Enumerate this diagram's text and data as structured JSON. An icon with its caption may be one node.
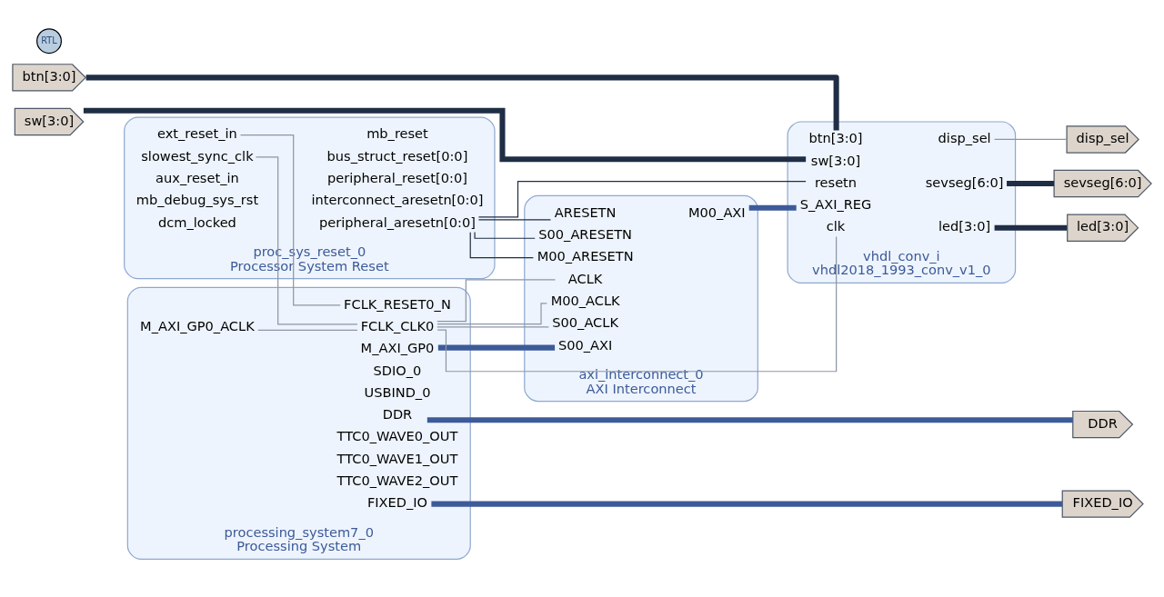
{
  "diagram": {
    "nodes": [
      {
        "text": [
          "processing_system7_0",
          "Processing System"
        ]
      },
      {
        "text": [
          "M_AXI_GP0_ACLK"
        ],
        "in": 0
      },
      {
        "text": [
          "DDR"
        ],
        "in": 0
      },
      {
        "text": [
          "FIXED_IO"
        ],
        "in": 0
      },
      {
        "text": [
          "SDIO_0"
        ],
        "in": 0
      },
      {
        "text": [
          "USBIND_0"
        ],
        "in": 0
      },
      {
        "text": [
          "M_AXI_GP0"
        ],
        "in": 0
      },
      {
        "text": [
          "TTC0_WAVE0_OUT"
        ],
        "in": 0
      },
      {
        "text": [
          "TTC0_WAVE1_OUT"
        ],
        "in": 0
      },
      {
        "text": [
          "TTC0_WAVE2_OUT"
        ],
        "in": 0
      },
      {
        "text": [
          "FCLK_CLK0"
        ],
        "in": 0
      },
      {
        "text": [
          "FCLK_RESET0_N"
        ],
        "in": 0
      },
      {
        "text": [
          "axi_interconnect_0",
          "AXI Interconnect"
        ]
      },
      {
        "text": [
          "S00_AXI"
        ],
        "in": 12
      },
      {
        "text": [
          "ACLK"
        ],
        "in": 12
      },
      {
        "text": [
          "ARESETN"
        ],
        "in": 12
      },
      {
        "text": [
          "S00_ACLK"
        ],
        "in": 12
      },
      {
        "text": [
          "S00_ARESETN"
        ],
        "in": 12
      },
      {
        "text": [
          "M00_ACLK"
        ],
        "in": 12
      },
      {
        "text": [
          "M00_ARESETN"
        ],
        "in": 12
      },
      {
        "text": [
          "M00_AXI"
        ],
        "in": 12
      },
      {
        "text": [
          "vhdl_conv_i",
          "vhdl2018_1993_conv_v1_0"
        ]
      },
      {
        "text": [
          "S_AXI_REG"
        ],
        "in": 21
      },
      {
        "text": [
          "clk"
        ],
        "in": 21
      },
      {
        "text": [
          "resetn"
        ],
        "in": 21
      },
      {
        "text": [
          "sw[3:0]"
        ],
        "in": 21
      },
      {
        "text": [
          "btn[3:0]"
        ],
        "in": 21
      },
      {
        "text": [
          "led[3:0]"
        ],
        "in": 21
      },
      {
        "text": [
          "disp_sel"
        ],
        "in": 21
      },
      {
        "text": [
          "sevseg[6:0]"
        ],
        "in": 21
      },
      {
        "text": [
          "proc_sys_reset_0",
          "Processor System Reset"
        ]
      },
      {
        "text": [
          "slowest_sync_clk"
        ],
        "in": 30
      },
      {
        "text": [
          "ext_reset_in"
        ],
        "in": 30
      },
      {
        "text": [
          "aux_reset_in"
        ],
        "in": 30
      },
      {
        "text": [
          "mb_debug_sys_rst"
        ],
        "in": 30
      },
      {
        "text": [
          "dcm_locked"
        ],
        "in": 30
      },
      {
        "text": [
          "mb_reset"
        ],
        "in": 30
      },
      {
        "text": [
          "bus_struct_reset[0:0]"
        ],
        "in": 30
      },
      {
        "text": [
          "peripheral_reset[0:0]"
        ],
        "in": 30
      },
      {
        "text": [
          "interconnect_aresetn[0:0]"
        ],
        "in": 30
      },
      {
        "text": [
          "peripheral_aresetn[0:0]"
        ],
        "in": 30
      },
      {
        "text": [
          "DDR"
        ]
      },
      {
        "text": [
          "FIXED_IO"
        ]
      },
      {
        "text": [
          "led[3:0]"
        ]
      },
      {
        "text": [
          "disp_sel"
        ]
      },
      {
        "text": [
          "sevseg[6:0]"
        ]
      },
      {
        "text": [
          "sw[3:0]"
        ]
      },
      {
        "text": [
          "btn[3:0]"
        ]
      }
    ],
    "edges": [
      {
        "from": 2,
        "to": 41,
        "arrow": "none",
        "style": "thick",
        "color": "#3d5a99"
      },
      {
        "from": 3,
        "to": 42,
        "arrow": "none",
        "style": "thick",
        "color": "#3d5a99"
      },
      {
        "from": 6,
        "to": 13,
        "arrow": "none",
        "style": "thick",
        "color": "#3d5a99"
      },
      {
        "from": 20,
        "to": 22,
        "arrow": "none",
        "style": "thick",
        "color": "#3d5a99"
      },
      {
        "from": 10,
        "to": 1,
        "arrow": "none",
        "color": "#8c96a5"
      },
      {
        "from": 10,
        "to": 31,
        "arrow": "none",
        "color": "#8c96a5"
      },
      {
        "from": 10,
        "to": 14,
        "arrow": "none",
        "color": "#8c96a5"
      },
      {
        "from": 10,
        "to": 16,
        "arrow": "none",
        "color": "#8c96a5"
      },
      {
        "from": 10,
        "to": 18,
        "arrow": "none",
        "color": "#8c96a5"
      },
      {
        "from": 10,
        "to": 23,
        "arrow": "none",
        "color": "#8c96a5"
      },
      {
        "from": 11,
        "to": 32,
        "arrow": "none",
        "color": "#8c96a5"
      },
      {
        "from": 40,
        "to": 15,
        "arrow": "none",
        "color": "#1f2d45"
      },
      {
        "from": 40,
        "to": 17,
        "arrow": "none",
        "color": "#1f2d45"
      },
      {
        "from": 40,
        "to": 19,
        "arrow": "none",
        "color": "#1f2d45"
      },
      {
        "from": 40,
        "to": 24,
        "arrow": "none",
        "color": "#1f2d45"
      },
      {
        "from": 46,
        "to": 25,
        "arrow": "none",
        "style": "thick",
        "color": "#1f2d45"
      },
      {
        "from": 47,
        "to": 26,
        "arrow": "none",
        "style": "thick",
        "color": "#1f2d45"
      },
      {
        "from": 27,
        "to": 43,
        "arrow": "none",
        "style": "thick",
        "color": "#1f2d45"
      },
      {
        "from": 28,
        "to": 44,
        "arrow": "none",
        "color": "#8c96a5"
      },
      {
        "from": 29,
        "to": 45,
        "arrow": "none",
        "style": "thick",
        "color": "#1f2d45"
      }
    ],
    "labels": [
      "RTL"
    ]
  }
}
